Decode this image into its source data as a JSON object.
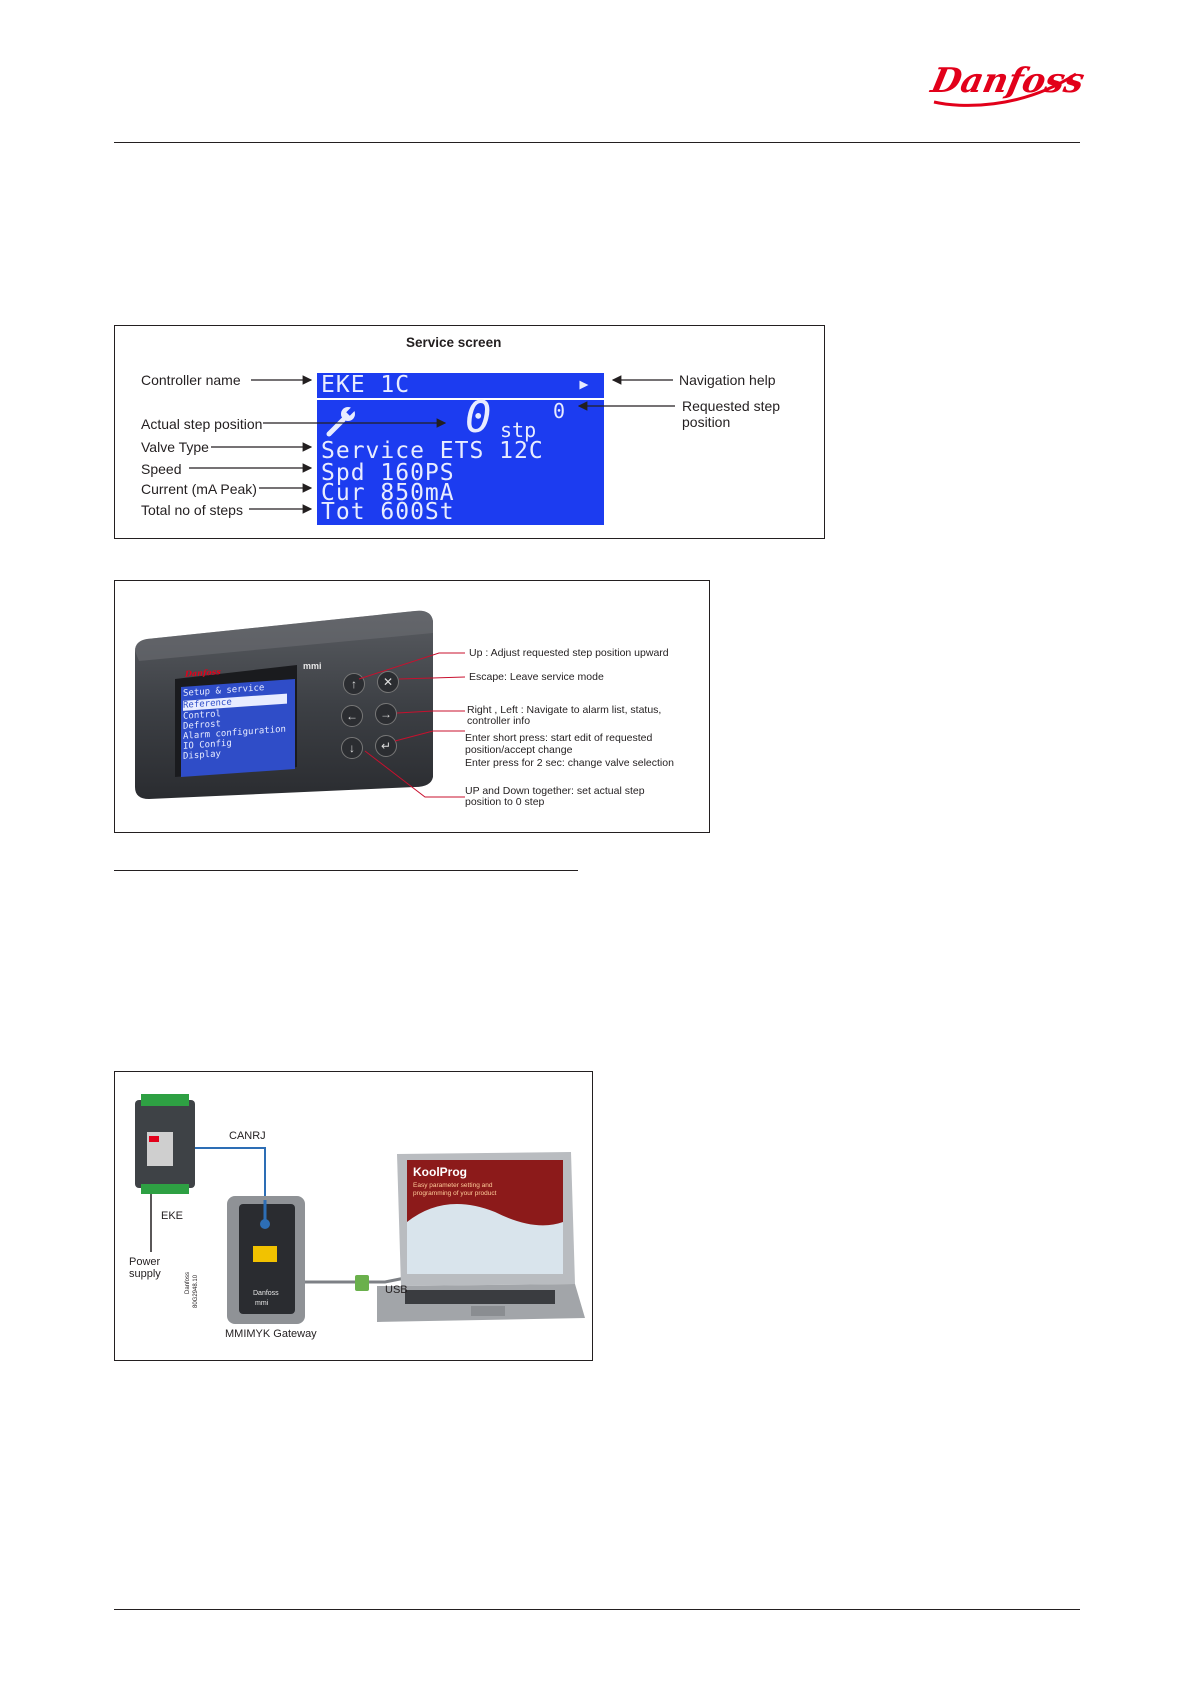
{
  "brand": {
    "logo_text": "Danfoss",
    "logo_color": "#e2001a"
  },
  "service_screen": {
    "title": "Service screen",
    "labels_left": [
      "Controller name",
      "Actual step position",
      "Valve Type",
      "Speed",
      "Current (mA Peak)",
      "Total no of steps"
    ],
    "labels_right": {
      "nav": "Navigation help",
      "req_line1": "Requested step",
      "req_line2": "position"
    },
    "lcd": {
      "header": "EKE 1C",
      "header_arrow": "▸",
      "step_value": "0",
      "step_unit": "stp",
      "requested": "0",
      "rows": [
        "Service ETS 12C",
        "Spd  160PS",
        "Cur  850mA",
        "Tot  600St"
      ],
      "bg_color": "#1c3cf0"
    }
  },
  "keypad": {
    "screen_brand": "Danfoss",
    "screen_badge": "mmi",
    "screen_title": "Setup & service",
    "menu": [
      "Reference",
      "Control",
      "Defrost",
      "Alarm configuration",
      "IO Config",
      "Display"
    ],
    "buttons": {
      "up": "↑",
      "escape": "✕",
      "left": "←",
      "right": "→",
      "down": "↓",
      "enter": "↵"
    },
    "annotations": {
      "up": "Up : Adjust requested step position upward",
      "escape": "Escape: Leave service mode",
      "nav_line1": "Right , Left : Navigate to alarm list, status,",
      "nav_line2": "controller info",
      "enter_line1": "Enter short press: start edit of requested",
      "enter_line2": "position/accept change",
      "enter_line3": "Enter press for 2 sec: change valve selection",
      "updown_line1": "UP and Down together: set actual step",
      "updown_line2": "position to 0 step"
    }
  },
  "connection": {
    "canrj": "CANRJ",
    "eke": "EKE",
    "power_line1": "Power",
    "power_line2": "supply",
    "usb": "USB",
    "gateway": "MMIMYK Gateway",
    "gateway_brand": "Danfoss",
    "gateway_model": "mmi",
    "side_code_line1": "Danfoss",
    "side_code_line2": "80G2948.10",
    "laptop_title": "KoolProg",
    "laptop_sub1": "Easy parameter setting and",
    "laptop_sub2": "programming of your product"
  }
}
